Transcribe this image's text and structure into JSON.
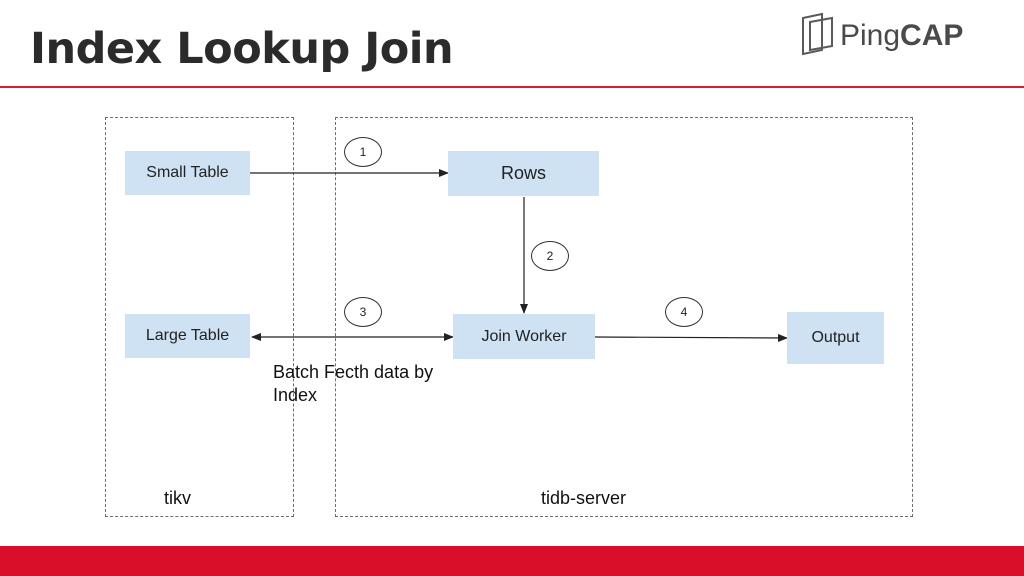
{
  "title": "Index Lookup Join",
  "logo": {
    "text_light": "Ping",
    "text_strong": "CAP",
    "icon": "pingcap-logo-icon"
  },
  "regions": {
    "tikv": {
      "label": "tikv"
    },
    "tidb_server": {
      "label": "tidb-server"
    }
  },
  "nodes": {
    "small_table": "Small Table",
    "large_table": "Large Table",
    "rows": "Rows",
    "join_worker": "Join Worker",
    "output": "Output"
  },
  "steps": [
    "1",
    "2",
    "3",
    "4"
  ],
  "annotation": {
    "line1": "Batch Fecth data by",
    "line2": "Index"
  },
  "colors": {
    "accent": "#d90f2a",
    "node_fill": "#cfe2f3"
  }
}
